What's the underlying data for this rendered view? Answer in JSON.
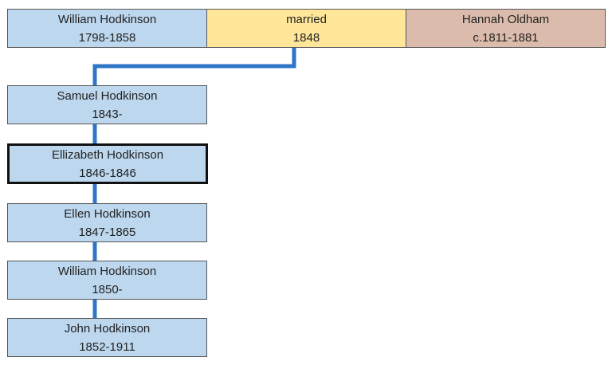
{
  "colors": {
    "person": "#bdd7ee",
    "married": "#ffe699",
    "spouse": "#dbbcac",
    "connector": "#2e75c7"
  },
  "father": {
    "name": "William Hodkinson",
    "dates": "1798-1858"
  },
  "marriage": {
    "label": "married",
    "year": "1848"
  },
  "mother": {
    "name": "Hannah Oldham",
    "dates": "c.1811-1881"
  },
  "children": [
    {
      "name": "Samuel Hodkinson",
      "dates": "1843-"
    },
    {
      "name": "Ellizabeth Hodkinson",
      "dates": "1846-1846",
      "selected": true
    },
    {
      "name": "Ellen Hodkinson",
      "dates": "1847-1865"
    },
    {
      "name": "William Hodkinson",
      "dates": "1850-"
    },
    {
      "name": "John Hodkinson",
      "dates": "1852-1911"
    }
  ]
}
